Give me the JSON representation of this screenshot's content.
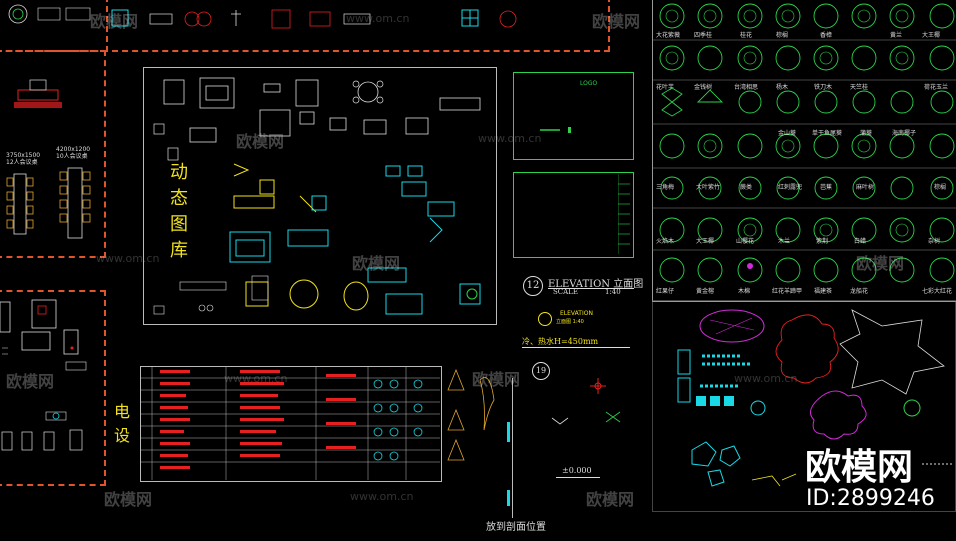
{
  "vertical_labels": {
    "dynamic_library": [
      "动",
      "态",
      "图",
      "库"
    ],
    "electrical": [
      "电",
      "设"
    ]
  },
  "meeting_labels": {
    "left": "3750x1500\n12人会议桌",
    "right": "4200x1200\n10人会议桌"
  },
  "elevation": {
    "number": "12",
    "title": "ELEVATION 立面图",
    "scale_label": "SCALE",
    "scale_value": "1:40",
    "small_title": "ELEVATION",
    "small_scale": "立面图  1:40"
  },
  "water_height": "冷、热水H=450mm",
  "section_marker": "19",
  "level_mark": "±0.000",
  "bottom_caption": "放到剖面位置",
  "logo_label": "LOGO",
  "watermark": {
    "text": "欧模网",
    "url": "www.om.cn",
    "id": "ID:2899246"
  },
  "plant_labels": [
    [
      "大花紫薇",
      "四季桂",
      "桂花",
      "棕榈",
      "香樟",
      "黄兰",
      "大王椰"
    ],
    [
      "花叶芋",
      "金钱树",
      "台湾相思",
      "杨木",
      "铁刀木",
      "天竺桂",
      "荷花玉兰"
    ],
    [
      "",
      "",
      "",
      "金山葵",
      "单干鱼尾葵",
      "蒲葵",
      "海南椰子"
    ],
    [
      "三角梅",
      "大叶紫竹",
      "蕨类",
      "红刺露兜",
      "芭蕉",
      "麻叶树",
      "棕榈"
    ],
    [
      "火焰木",
      "大王椰",
      "山樱花",
      "木兰",
      "紫荆",
      "白蜡",
      "杂树"
    ],
    [
      "红果仔",
      "黄金榕",
      "木棉",
      "红花羊蹄甲",
      "福建茶",
      "龙船花",
      "七彩大红花"
    ]
  ],
  "colors": {
    "orange": "#e0552c",
    "green": "#2bd24a",
    "cyan": "#19d9e6",
    "yellow": "#f2e21c",
    "red": "#e62020",
    "white": "#dddddd",
    "magenta": "#d12cd8"
  }
}
